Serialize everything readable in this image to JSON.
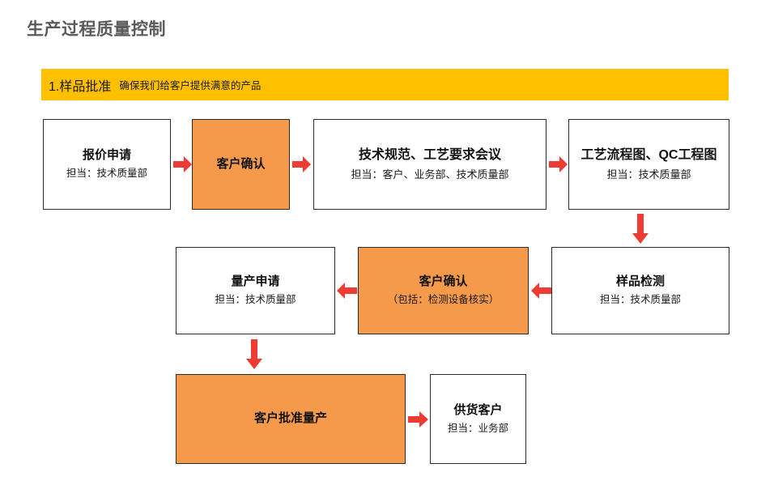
{
  "page": {
    "title": "生产过程质量控制",
    "title_color": "#5a5a5a",
    "background": "#ffffff"
  },
  "section": {
    "number_label": "1.样品批准",
    "subtitle": "确保我们给客户提供满意的产品",
    "banner_color": "#ffc000",
    "text_color": "#1a1a1a"
  },
  "palette": {
    "orange_fill": "#f5994b",
    "box_border": "#2b2b2b",
    "arrow_red": "#ee3b33",
    "white_fill": "#ffffff"
  },
  "flow": {
    "nodes": [
      {
        "id": "quote-request",
        "title": "报价申请",
        "subtitle": "担当：技术质量部",
        "fill": "white"
      },
      {
        "id": "customer-confirm-1",
        "title": "客户确认",
        "subtitle": "",
        "fill": "orange"
      },
      {
        "id": "tech-spec-meeting",
        "title": "技术规范、工艺要求会议",
        "subtitle": "担当：客户、业务部、技术质量部",
        "fill": "white"
      },
      {
        "id": "process-flow-qc-chart",
        "title": "工艺流程图、QC工程图",
        "subtitle": "担当：技术质量部",
        "fill": "white"
      },
      {
        "id": "sample-inspection",
        "title": "样品检测",
        "subtitle": "担当：技术质量部",
        "fill": "white"
      },
      {
        "id": "customer-confirm-2",
        "title": "客户确认",
        "subtitle": "（包括：检测设备核实）",
        "fill": "orange"
      },
      {
        "id": "mass-production-request",
        "title": "量产申请",
        "subtitle": "担当：技术质量部",
        "fill": "white"
      },
      {
        "id": "customer-approve-mass-production",
        "title": "客户批准量产",
        "subtitle": "",
        "fill": "orange"
      },
      {
        "id": "supply-customer",
        "title": "供货客户",
        "subtitle": "担当：业务部",
        "fill": "white"
      }
    ],
    "arrows": [
      {
        "id": "arrow-quote-to-confirm1",
        "direction": "right",
        "icon": "arrow-right-icon"
      },
      {
        "id": "arrow-confirm1-to-meeting",
        "direction": "right",
        "icon": "arrow-right-icon"
      },
      {
        "id": "arrow-meeting-to-flowchart",
        "direction": "right",
        "icon": "arrow-right-icon"
      },
      {
        "id": "arrow-flowchart-to-inspection",
        "direction": "down",
        "icon": "arrow-down-icon"
      },
      {
        "id": "arrow-inspection-to-confirm2",
        "direction": "left",
        "icon": "arrow-left-icon"
      },
      {
        "id": "arrow-confirm2-to-massrequest",
        "direction": "left",
        "icon": "arrow-left-icon"
      },
      {
        "id": "arrow-massrequest-to-approve",
        "direction": "down",
        "icon": "arrow-down-icon"
      },
      {
        "id": "arrow-approve-to-supply",
        "direction": "right",
        "icon": "arrow-right-icon"
      }
    ]
  }
}
